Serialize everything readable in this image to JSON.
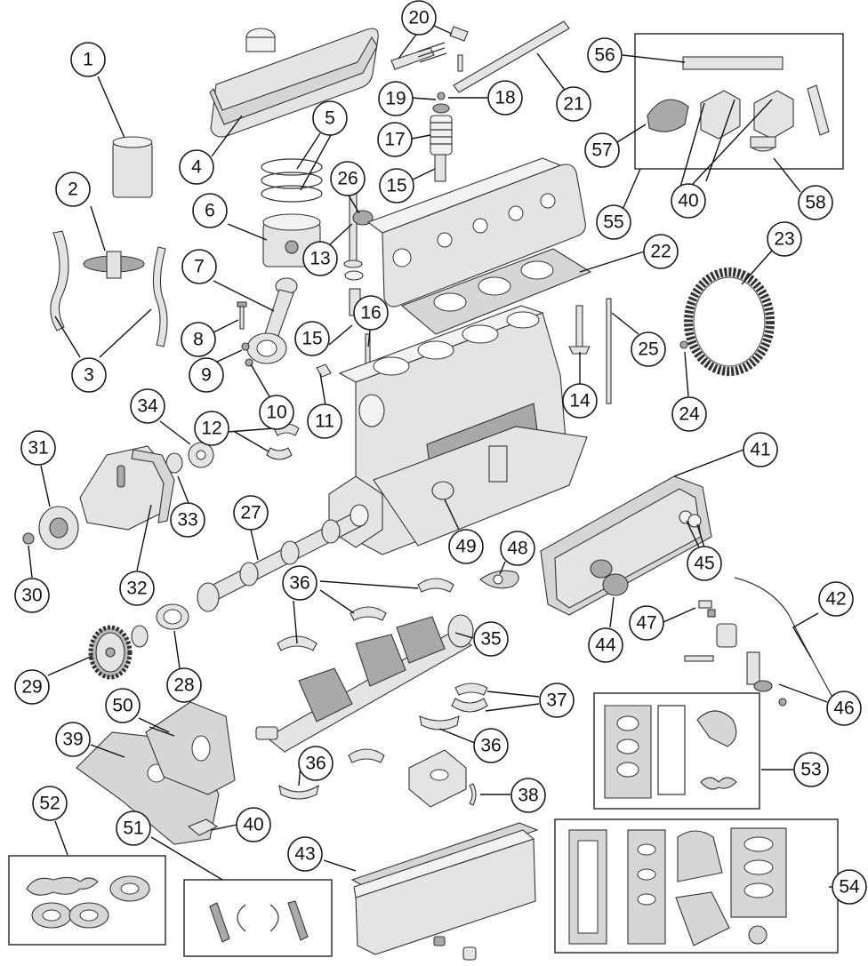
{
  "callouts": [
    {
      "id": "c1",
      "label": "1"
    },
    {
      "id": "c2",
      "label": "2"
    },
    {
      "id": "c3",
      "label": "3"
    },
    {
      "id": "c4",
      "label": "4"
    },
    {
      "id": "c5",
      "label": "5"
    },
    {
      "id": "c6",
      "label": "6"
    },
    {
      "id": "c7",
      "label": "7"
    },
    {
      "id": "c8",
      "label": "8"
    },
    {
      "id": "c9",
      "label": "9"
    },
    {
      "id": "c10",
      "label": "10"
    },
    {
      "id": "c11",
      "label": "11"
    },
    {
      "id": "c12",
      "label": "12"
    },
    {
      "id": "c13",
      "label": "13"
    },
    {
      "id": "c14",
      "label": "14"
    },
    {
      "id": "c15a",
      "label": "15"
    },
    {
      "id": "c15b",
      "label": "15"
    },
    {
      "id": "c16",
      "label": "16"
    },
    {
      "id": "c17",
      "label": "17"
    },
    {
      "id": "c18",
      "label": "18"
    },
    {
      "id": "c19",
      "label": "19"
    },
    {
      "id": "c20",
      "label": "20"
    },
    {
      "id": "c21",
      "label": "21"
    },
    {
      "id": "c22",
      "label": "22"
    },
    {
      "id": "c23",
      "label": "23"
    },
    {
      "id": "c24",
      "label": "24"
    },
    {
      "id": "c25",
      "label": "25"
    },
    {
      "id": "c26",
      "label": "26"
    },
    {
      "id": "c27",
      "label": "27"
    },
    {
      "id": "c28",
      "label": "28"
    },
    {
      "id": "c29",
      "label": "29"
    },
    {
      "id": "c30",
      "label": "30"
    },
    {
      "id": "c31",
      "label": "31"
    },
    {
      "id": "c32",
      "label": "32"
    },
    {
      "id": "c33",
      "label": "33"
    },
    {
      "id": "c34",
      "label": "34"
    },
    {
      "id": "c35",
      "label": "35"
    },
    {
      "id": "c36a",
      "label": "36"
    },
    {
      "id": "c36b",
      "label": "36"
    },
    {
      "id": "c36c",
      "label": "36"
    },
    {
      "id": "c37",
      "label": "37"
    },
    {
      "id": "c38",
      "label": "38"
    },
    {
      "id": "c39",
      "label": "39"
    },
    {
      "id": "c40a",
      "label": "40"
    },
    {
      "id": "c40b",
      "label": "40"
    },
    {
      "id": "c41",
      "label": "41"
    },
    {
      "id": "c42",
      "label": "42"
    },
    {
      "id": "c43",
      "label": "43"
    },
    {
      "id": "c44",
      "label": "44"
    },
    {
      "id": "c45",
      "label": "45"
    },
    {
      "id": "c46",
      "label": "46"
    },
    {
      "id": "c47",
      "label": "47"
    },
    {
      "id": "c48",
      "label": "48"
    },
    {
      "id": "c49",
      "label": "49"
    },
    {
      "id": "c50",
      "label": "50"
    },
    {
      "id": "c51",
      "label": "51"
    },
    {
      "id": "c52",
      "label": "52"
    },
    {
      "id": "c53",
      "label": "53"
    },
    {
      "id": "c54",
      "label": "54"
    },
    {
      "id": "c55",
      "label": "55"
    },
    {
      "id": "c56",
      "label": "56"
    },
    {
      "id": "c57",
      "label": "57"
    },
    {
      "id": "c58",
      "label": "58"
    }
  ]
}
